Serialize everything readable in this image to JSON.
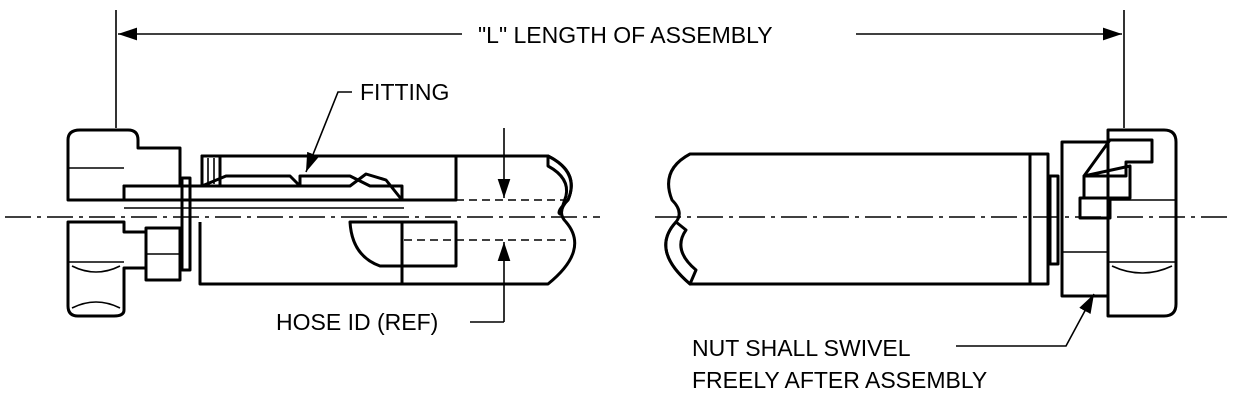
{
  "labels": {
    "length": "\"L\" LENGTH OF ASSEMBLY",
    "fitting": "FITTING",
    "hose_id": "HOSE ID (REF)",
    "nut_line1": "NUT SHALL SWIVEL",
    "nut_line2": "FREELY AFTER ASSEMBLY"
  }
}
